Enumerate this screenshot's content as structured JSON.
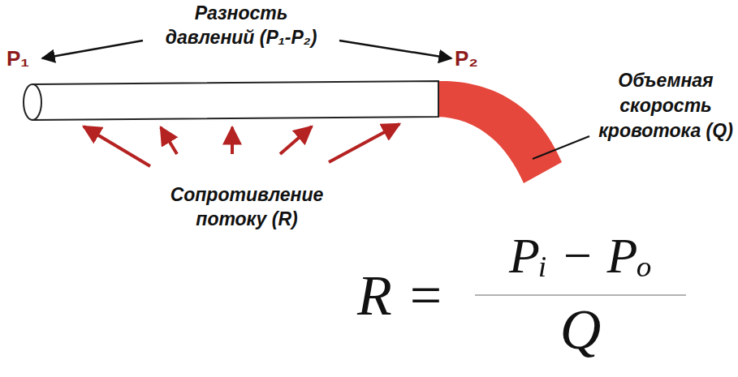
{
  "diagram": {
    "labels": [
      "Разность давлений (P₁-P₂)",
      "P₁",
      "P₂",
      "Объемная скорость кровотока (Q)",
      "Сопротивление потоку (R)",
      "R =",
      "Pᵢ − Pₒ",
      "Q"
    ]
  }
}
